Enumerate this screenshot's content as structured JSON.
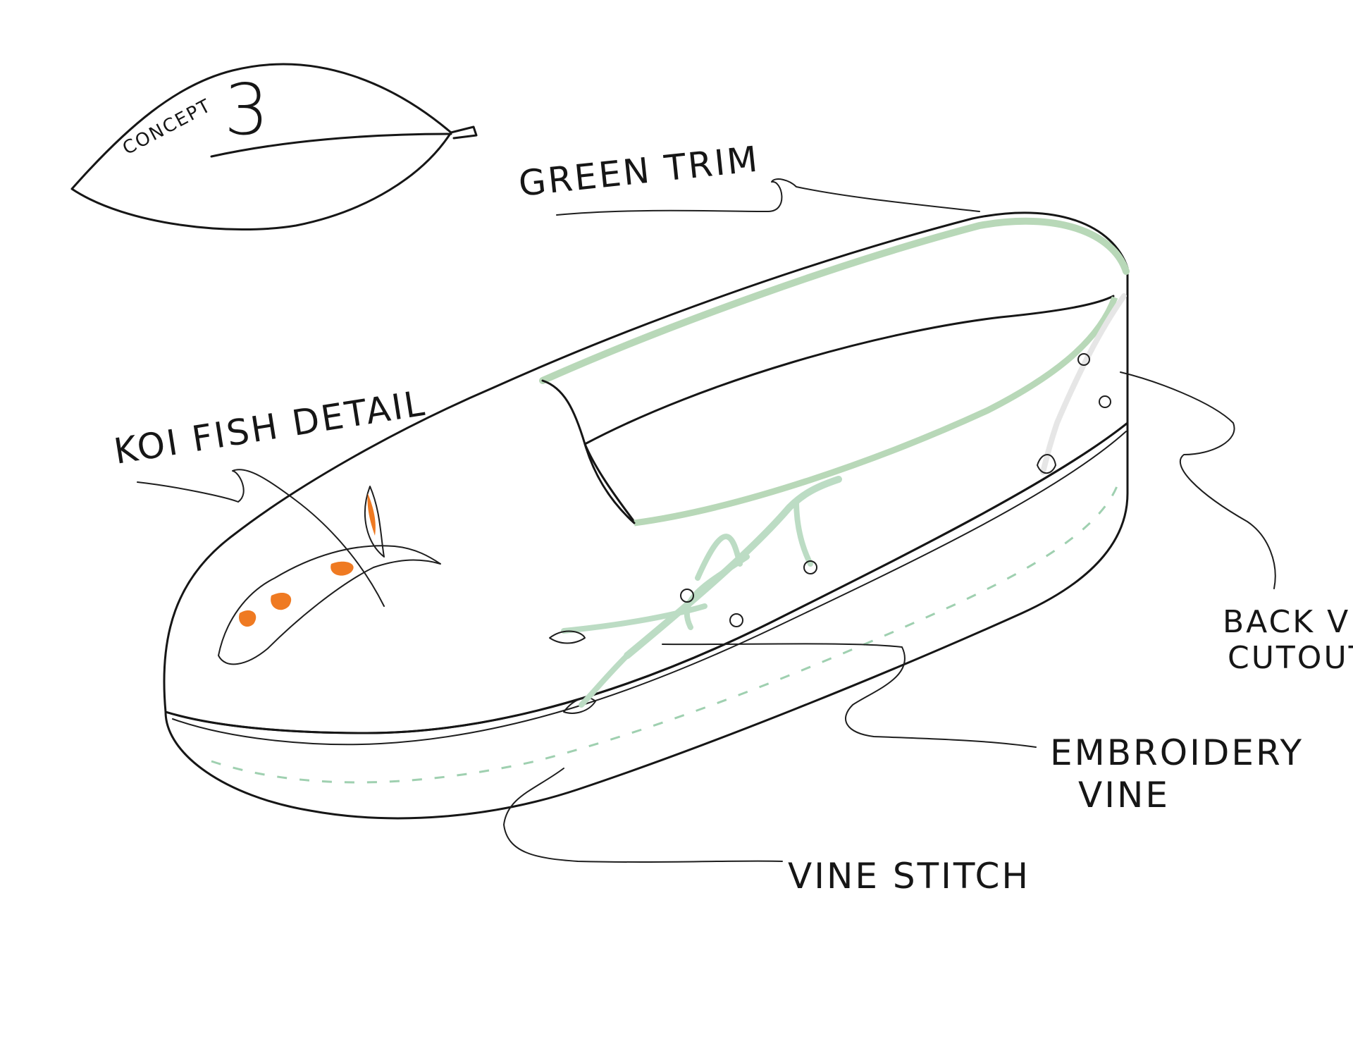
{
  "concept": {
    "word": "CONCEPT",
    "number": "3"
  },
  "labels": {
    "green_trim": "GREEN TRIM",
    "koi_fish_detail": "KOI FISH DETAIL",
    "back_vine_line1": "BACK VINE",
    "back_vine_line2": "CUTOUT",
    "embroidery_line1": "EMBROIDERY",
    "embroidery_line2": "VINE",
    "vine_stitch": "VINE STITCH"
  },
  "colors": {
    "upper": "#f2d3bb",
    "sole": "#d6b39b",
    "lining": "#c8a894",
    "trim": "#b8d8b8",
    "vine": "#bcdcc4",
    "koi_orange": "#ef7a22",
    "ink": "#161616"
  },
  "icons": [
    "leaf-badge-icon",
    "koi-fish-icon",
    "vine-branch-icon",
    "shoe-illustration"
  ]
}
